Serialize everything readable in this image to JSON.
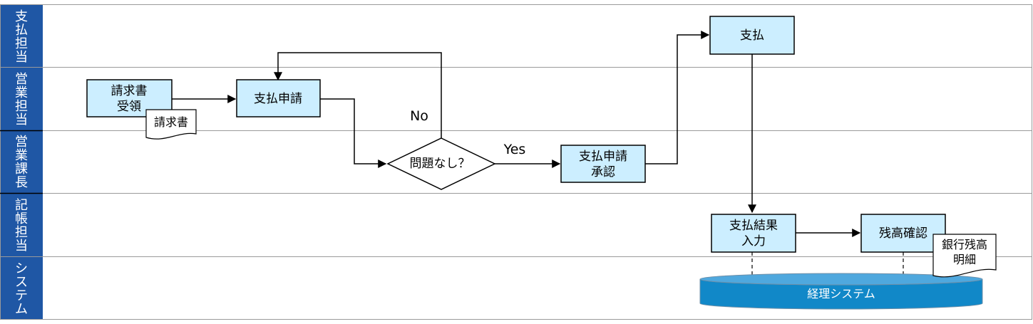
{
  "lanes": [
    {
      "id": "shiharai",
      "chars": [
        "支",
        "払",
        "担",
        "当"
      ]
    },
    {
      "id": "eigyo",
      "chars": [
        "営",
        "業",
        "担",
        "当"
      ]
    },
    {
      "id": "kacho",
      "chars": [
        "営",
        "業",
        "課",
        "長"
      ]
    },
    {
      "id": "kicho",
      "chars": [
        "記",
        "帳",
        "担",
        "当"
      ]
    },
    {
      "id": "system",
      "chars": [
        "シ",
        "ス",
        "テ",
        "ム"
      ]
    }
  ],
  "nodes": {
    "invoice_receipt": [
      "請求書",
      "受領"
    ],
    "payment_request": [
      "支払申請"
    ],
    "decision": [
      "問題なし？"
    ],
    "approval": [
      "支払申請",
      "承認"
    ],
    "payment": [
      "支払"
    ],
    "result_input": [
      "支払結果",
      "入力"
    ],
    "balance_check": [
      "残高確認"
    ]
  },
  "documents": {
    "invoice_doc": [
      "請求書"
    ],
    "bank_statement": [
      "銀行残高",
      "明細"
    ]
  },
  "edge_labels": {
    "no": "No",
    "yes": "Yes"
  },
  "database": {
    "label": "経理システム"
  },
  "colors": {
    "lane_header": "#1F57A5",
    "process_fill": "#CCEEFF",
    "database_fill": "#1188C8",
    "database_top": "#4FA8DE"
  }
}
